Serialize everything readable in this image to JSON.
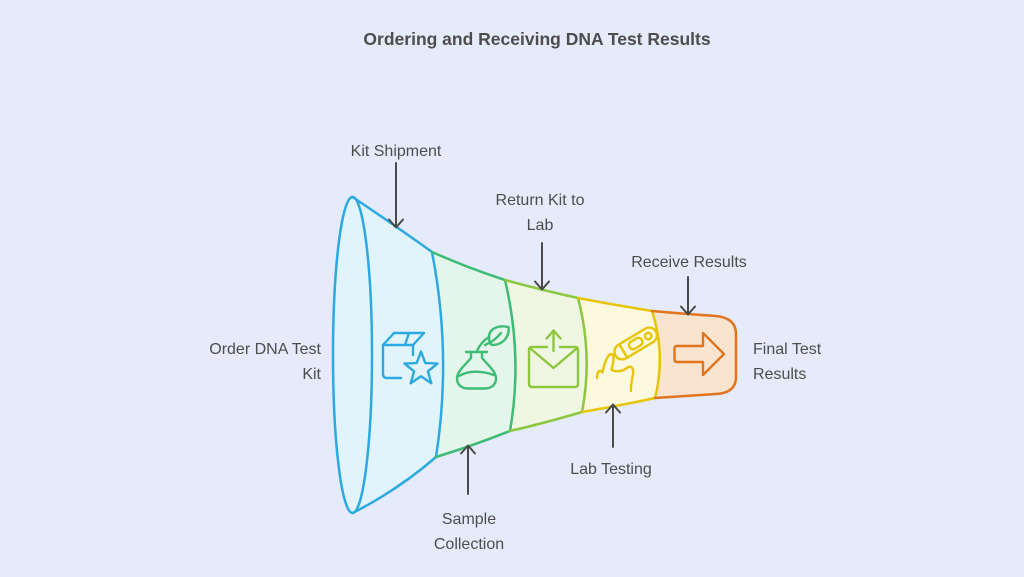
{
  "title": "Ordering and Receiving DNA Test Results",
  "funnel": {
    "input_label": "Order DNA Test Kit",
    "output_label": "Final Test Results",
    "stages": [
      {
        "label": "Kit Shipment",
        "icon": "package-star-icon",
        "label_position": "top",
        "color": "#2BA9E0",
        "fill": "#E1F4FB"
      },
      {
        "label": "Sample Collection",
        "icon": "flask-leaf-icon",
        "label_position": "bottom",
        "color": "#3DBC76",
        "fill": "#E4F6EB"
      },
      {
        "label": "Return Kit to Lab",
        "icon": "envelope-upload-icon",
        "label_position": "top",
        "color": "#8DC63F",
        "fill": "#EFF7E3"
      },
      {
        "label": "Lab Testing",
        "icon": "test-device-icon",
        "label_position": "bottom",
        "color": "#E5C506",
        "fill": "#FCF9DE"
      },
      {
        "label": "Receive Results",
        "icon": "arrow-right-icon",
        "label_position": "top",
        "color": "#E0751D",
        "fill": "#F9E4D0"
      }
    ]
  },
  "colors": {
    "background": "#E5EBFA",
    "text": "#4D4D4D",
    "annotation_arrow": "#4A4A4A"
  }
}
